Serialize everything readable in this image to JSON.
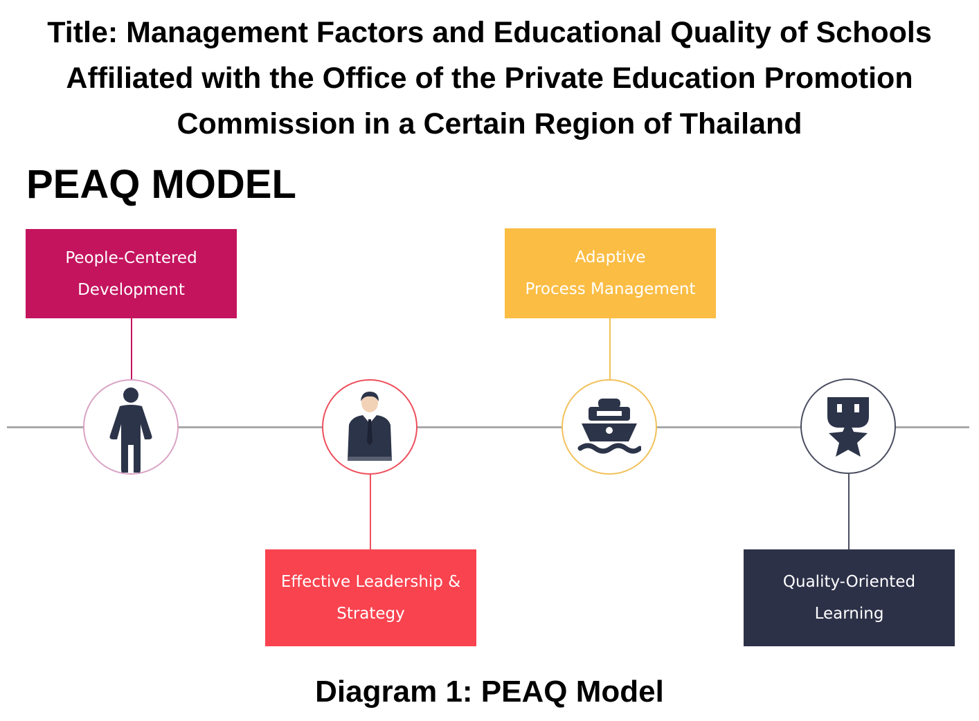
{
  "title": {
    "lines": [
      "Title: Management Factors and Educational Quality of Schools",
      "Affiliated with the Office of the Private Education Promotion",
      "Commission in a Certain Region of Thailand"
    ]
  },
  "model_heading": "PEAQ MODEL",
  "stages": [
    {
      "label_lines": [
        "People-Centered",
        "Development"
      ],
      "color": "#c4145e",
      "ring_color": "#d9a3c4",
      "icon": "person-icon"
    },
    {
      "label_lines": [
        "Effective Leadership &",
        "Strategy"
      ],
      "color": "#f9434f",
      "ring_color": "#ee4e5c",
      "icon": "businessman-icon"
    },
    {
      "label_lines": [
        "Adaptive",
        "Process Management"
      ],
      "color": "#fbbd44",
      "ring_color": "#f2c15a",
      "icon": "ship-icon"
    },
    {
      "label_lines": [
        "Quality-Oriented",
        "Learning"
      ],
      "color": "#2d3148",
      "ring_color": "#4a4d60",
      "icon": "trophy-star-icon"
    }
  ],
  "colors": {
    "icon_fill": "#2c3449",
    "timeline": "#a9a9a9"
  },
  "caption": "Diagram 1: PEAQ Model"
}
